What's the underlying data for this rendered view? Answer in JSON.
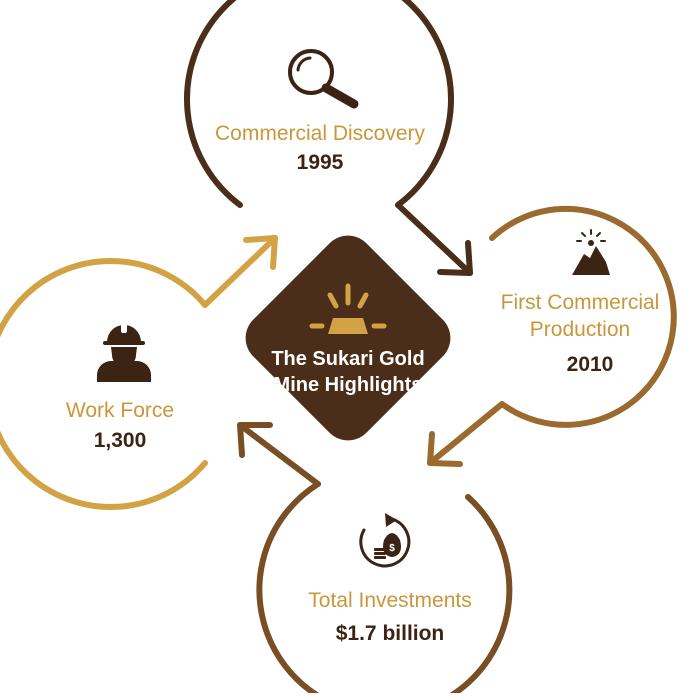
{
  "center": {
    "title_line1": "The Sukari Gold",
    "title_line2": "Mine Highlights",
    "icon": "gold-bar-icon"
  },
  "highlights": [
    {
      "title": "Commercial Discovery",
      "value": "1995",
      "icon": "magnifier-icon"
    },
    {
      "title_line1": "First Commercial",
      "title_line2": "Production",
      "value": "2010",
      "icon": "mountain-sun-icon"
    },
    {
      "title": "Total Investments",
      "value": "$1.7 billion",
      "icon": "money-cycle-icon"
    },
    {
      "title": "Work Force",
      "value": "1,300",
      "icon": "worker-helmet-icon"
    }
  ],
  "colors": {
    "dark_brown": "#4a2e1a",
    "mid_brown": "#7a4e24",
    "gold": "#c8973a",
    "light_gold": "#d3a244",
    "text_dark": "#3b2414"
  }
}
